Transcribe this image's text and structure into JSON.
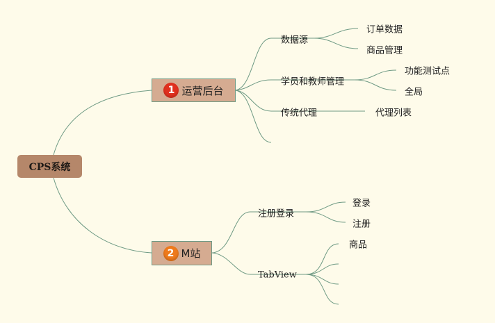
{
  "root": {
    "label": "CPS系统"
  },
  "branches": [
    {
      "badge": "1",
      "label": "运营后台",
      "children": [
        {
          "label": "数据源",
          "children": [
            "订单数据",
            "商品管理"
          ]
        },
        {
          "label": "学员和教师管理",
          "children": [
            "功能测试点",
            "全局"
          ]
        },
        {
          "label": "传统代理",
          "children": [
            "代理列表"
          ]
        },
        {
          "label": "",
          "children": []
        }
      ]
    },
    {
      "badge": "2",
      "label": "M站",
      "children": [
        {
          "label": "注册登录",
          "children": [
            "登录",
            "注册"
          ]
        },
        {
          "label": "TabView",
          "children": [
            "商品",
            "",
            "",
            ""
          ]
        }
      ]
    }
  ],
  "colors": {
    "background": "#fefbea",
    "root_fill": "#b5876a",
    "branch_fill": "#d5ab91",
    "branch_border": "#6f9a84",
    "connector": "#6f9a84",
    "badge_1": "#e0301e",
    "badge_2": "#ee7a1c"
  }
}
